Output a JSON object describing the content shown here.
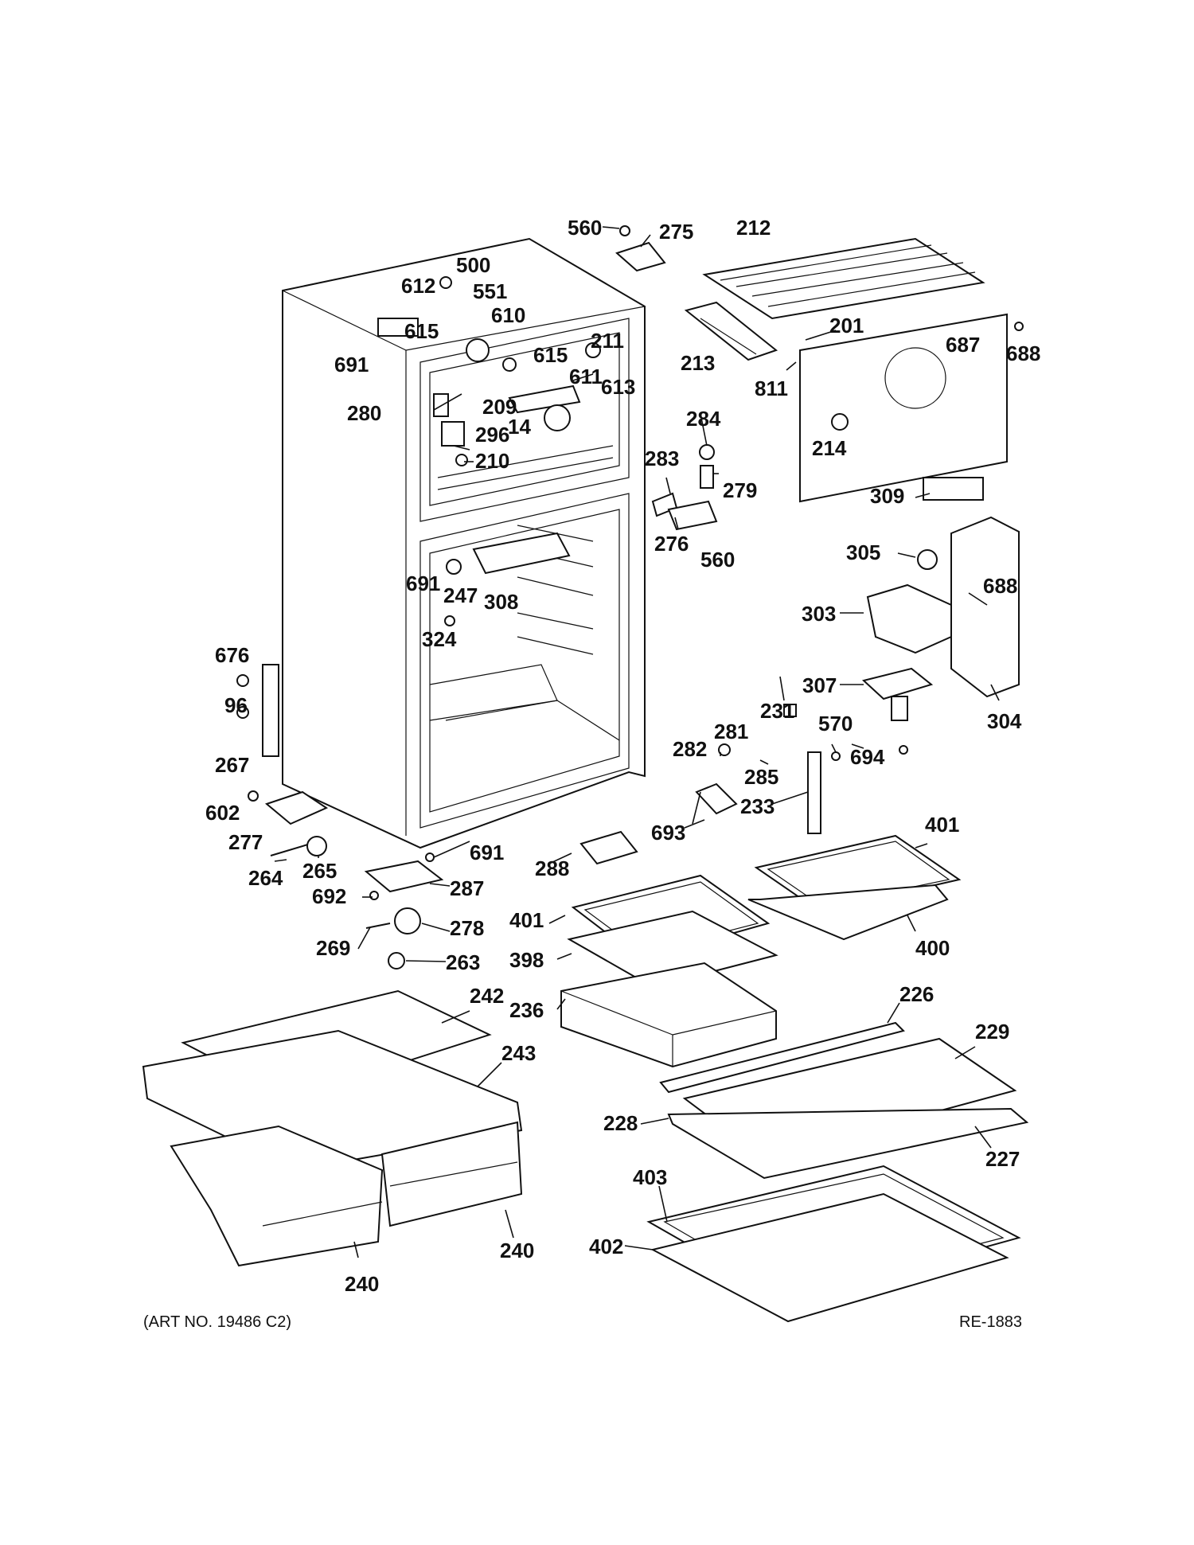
{
  "callouts": {
    "c560a": "560",
    "c275": "275",
    "c212": "212",
    "c500": "500",
    "c612": "612",
    "c551": "551",
    "c610": "610",
    "c615a": "615",
    "c615b": "615",
    "c211": "211",
    "c691a": "691",
    "c611": "611",
    "c613": "613",
    "c213": "213",
    "c811": "811",
    "c201": "201",
    "c687": "687",
    "c688a": "688",
    "c280": "280",
    "c209": "209",
    "c14": "14",
    "c296": "296",
    "c210": "210",
    "c284": "284",
    "c214": "214",
    "c283": "283",
    "c279": "279",
    "c309": "309",
    "c276": "276",
    "c560b": "560",
    "c305": "305",
    "c691b": "691",
    "c247": "247",
    "c308": "308",
    "c324": "324",
    "c688b": "688",
    "c303": "303",
    "c676": "676",
    "c96": "96",
    "c267": "267",
    "c307": "307",
    "c304": "304",
    "c231": "231",
    "c570": "570",
    "c281": "281",
    "c282": "282",
    "c694": "694",
    "c285": "285",
    "c233": "233",
    "c602": "602",
    "c693": "693",
    "c401a": "401",
    "c277": "277",
    "c691c": "691",
    "c288": "288",
    "c264": "264",
    "c265": "265",
    "c287": "287",
    "c692": "692",
    "c401b": "401",
    "c400": "400",
    "c278": "278",
    "c398": "398",
    "c269": "269",
    "c263": "263",
    "c242": "242",
    "c236": "236",
    "c226": "226",
    "c243": "243",
    "c229": "229",
    "c228": "228",
    "c227": "227",
    "c403": "403",
    "c402": "402",
    "c240a": "240",
    "c240b": "240"
  },
  "footer": {
    "art_no": "(ART NO. 19486 C2)",
    "ref": "RE-1883"
  }
}
